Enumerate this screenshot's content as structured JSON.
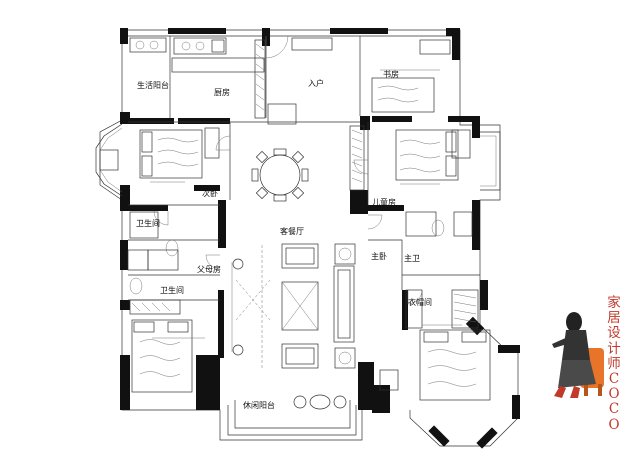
{
  "rooms": {
    "living_balcony": "生活阳台",
    "kitchen": "厨房",
    "entrance": "入户",
    "study": "书房",
    "second_bedroom": "次卧",
    "children_room": "儿童房",
    "living_dining": "客餐厅",
    "bathroom_1": "卫生间",
    "bathroom_2": "卫生间",
    "parents_room": "父母房",
    "master_bedroom": "主卧",
    "master_bath": "主卫",
    "closet": "衣帽间",
    "leisure_balcony": "休闲阳台"
  },
  "brand": {
    "line1": "家",
    "line2": "居",
    "line3": "设",
    "line4": "计",
    "line5": "师",
    "line6": "C",
    "line7": "O",
    "line8": "C",
    "line9": "O"
  },
  "colors": {
    "wall": "#111111",
    "brand_red": "#c0392b",
    "chair_orange": "#e8742a"
  }
}
